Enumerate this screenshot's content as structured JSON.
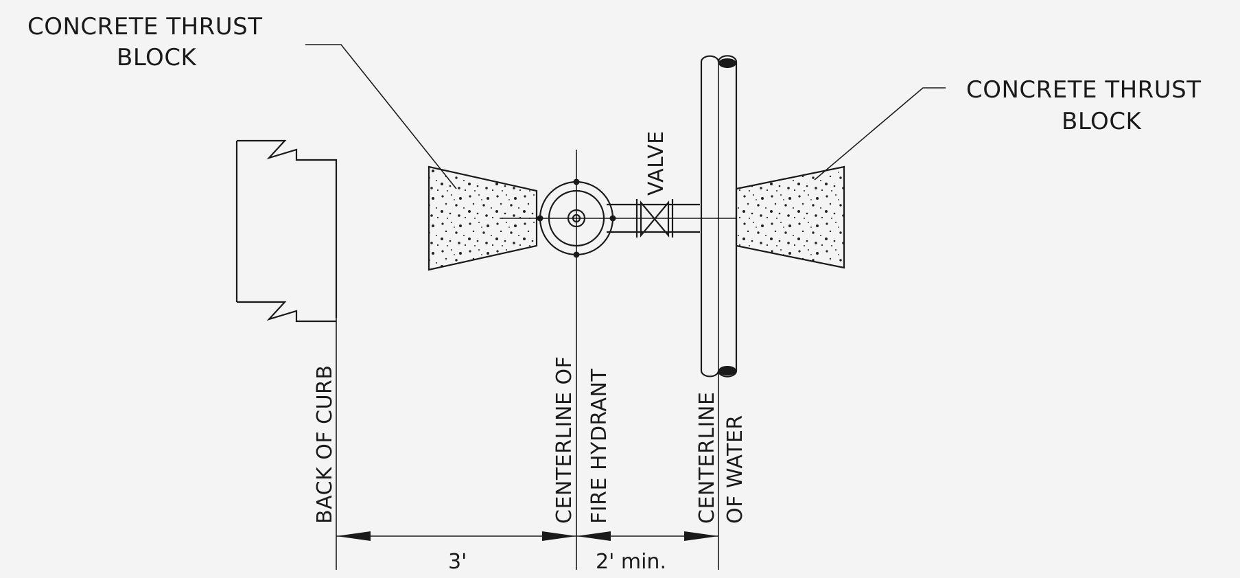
{
  "labels": {
    "thrust_block_left_line1": "CONCRETE THRUST",
    "thrust_block_left_line2": "BLOCK",
    "thrust_block_right_line1": "CONCRETE THRUST",
    "thrust_block_right_line2": "BLOCK",
    "valve": "VALVE",
    "back_of_curb": "BACK OF CURB",
    "hydrant_line1": "CENTERLINE OF",
    "hydrant_line2": "FIRE HYDRANT",
    "water_line1": "CENTERLINE",
    "water_line2": "OF WATER"
  },
  "dimensions": {
    "curb_to_hydrant": "3'",
    "hydrant_to_water": "2' min."
  },
  "colors": {
    "ink": "#1a1a1a",
    "paper": "#f4f4f4"
  }
}
